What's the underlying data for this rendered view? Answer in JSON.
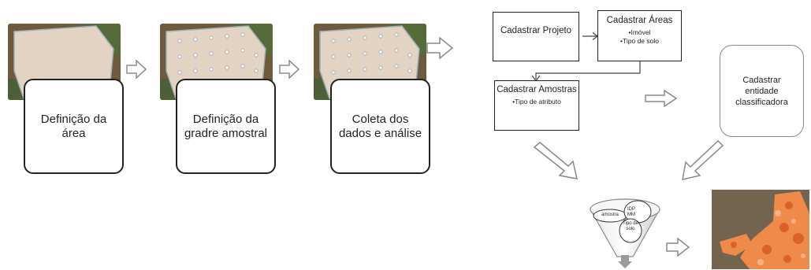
{
  "process_steps": [
    {
      "label": "Definição da área"
    },
    {
      "label": "Definição da gradre amostral"
    },
    {
      "label": "Coleta dos dados e análise"
    }
  ],
  "flow": {
    "cadastrar_projeto": "Cadastrar Projeto",
    "cadastrar_areas": {
      "title": "Cadastrar Áreas",
      "items": [
        "Imóvel",
        "Tipo de solo"
      ]
    },
    "cadastrar_amostras": {
      "title": "Cadastrar Amostras",
      "items": [
        "Tipo de atributo"
      ]
    },
    "cadastrar_entidade": "Cadastrar entidade classificadora"
  },
  "funnel": {
    "amostra": "amostra",
    "idp_mm": "IDP MM",
    "tipo_de_solo": "Tipo de solo"
  },
  "colors": {
    "field_beige": "#e3d3c3",
    "soil_dark": "#6e5a3c",
    "vegetation": "#556b3a",
    "result_orange": "#f08a4b"
  }
}
